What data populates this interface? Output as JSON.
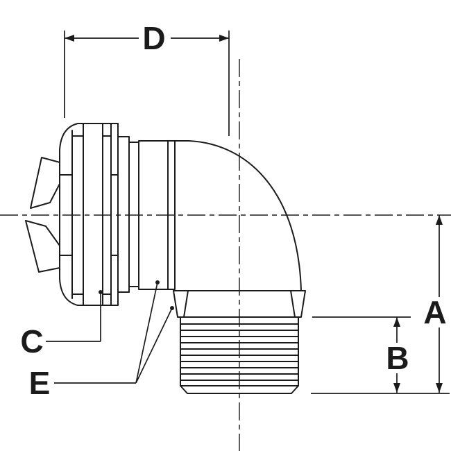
{
  "colors": {
    "line": "#1b1b1b",
    "background": "#ffffff"
  },
  "dimension_labels": {
    "a": "A",
    "b": "B",
    "c": "C",
    "d": "D",
    "e": "E"
  }
}
